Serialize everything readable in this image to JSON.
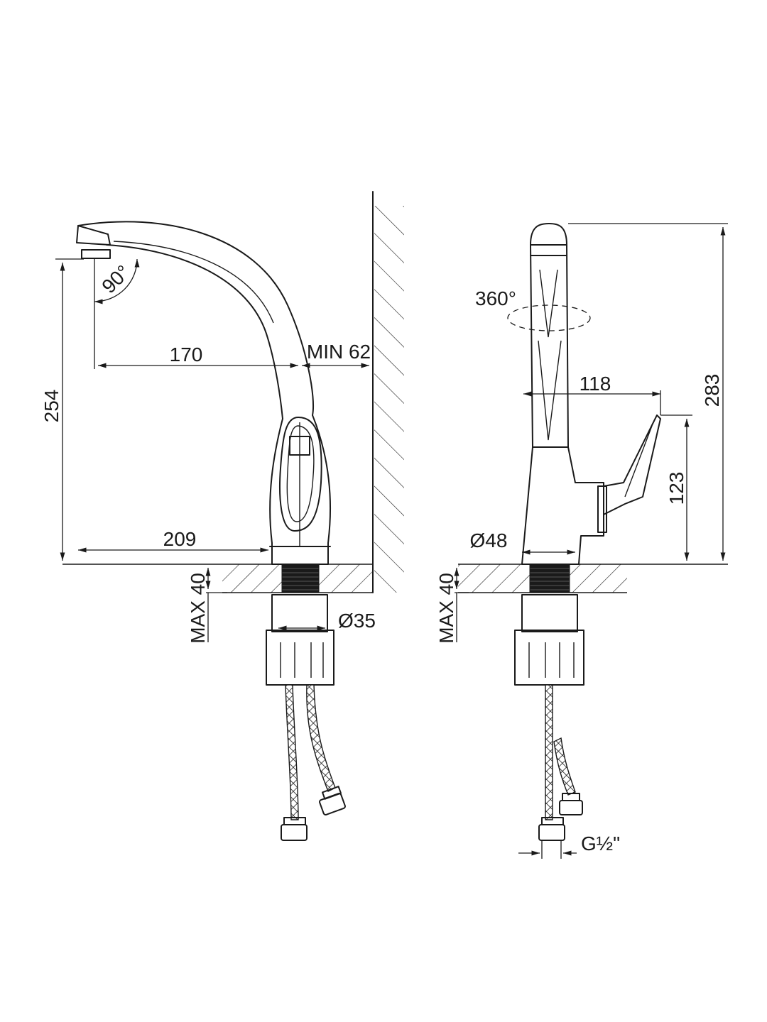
{
  "front_view": {
    "dims": {
      "spout_angle": "90°",
      "reach": "170",
      "wall_clearance": "MIN 62",
      "spout_height": "254",
      "length": "209",
      "max_deck": "MAX 40",
      "hole_diameter": "Ø35"
    }
  },
  "side_view": {
    "dims": {
      "rotation": "360°",
      "lever_depth": "118",
      "total_height": "283",
      "lever_height": "123",
      "base_diameter": "Ø48",
      "max_deck": "MAX 40",
      "thread": "G½\""
    }
  }
}
